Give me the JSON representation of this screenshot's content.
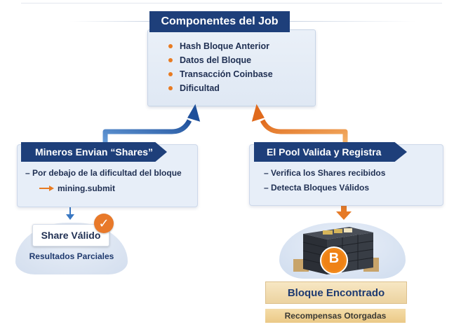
{
  "components": {
    "title": "Componentes del Job",
    "items": [
      "Hash Bloque Anterior",
      "Datos del Bloque",
      "Transacción Coinbase",
      "Dificultad"
    ]
  },
  "miners": {
    "title": "Mineros Envian “Shares”",
    "line1": "– Por debajo de la dificultad del bloque",
    "line2": "mining.submit"
  },
  "pool": {
    "title": "El Pool Valida y Registra",
    "items": [
      "– Verifica los Shares recibidos",
      "– Detecta Bloques Válidos"
    ]
  },
  "share": {
    "label": "Share Válido",
    "subtitle": "Resultados Parciales",
    "check_icon": "✓"
  },
  "found": {
    "label": "Bloque Encontrado",
    "reward": "Recompensas Otorgadas",
    "coin_symbol": "B"
  },
  "colors": {
    "navy": "#1e3f7a",
    "accent_orange": "#e87b22",
    "arrow_blue": "#3a78c2",
    "panel_bg": "#e7eef8"
  }
}
